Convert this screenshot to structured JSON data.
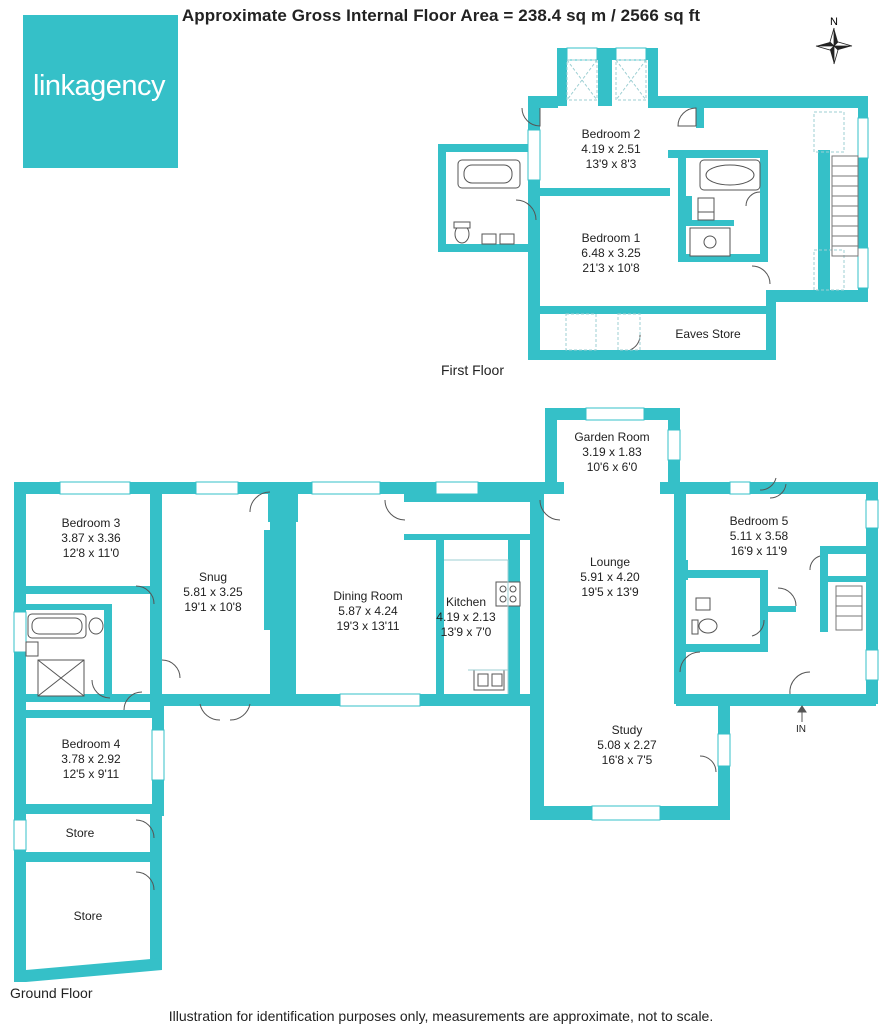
{
  "title": "Approximate Gross Internal Floor Area = 238.4 sq m / 2566 sq ft",
  "logo": {
    "text_bold": "link",
    "text_light": "agency",
    "color": "#35c0c8"
  },
  "compass": {
    "label": "N"
  },
  "floors": {
    "first": "First Floor",
    "ground": "Ground Floor"
  },
  "entrance": "IN",
  "rooms": {
    "bedroom2": {
      "name": "Bedroom 2",
      "metric": "4.19 x 2.51",
      "imperial": "13'9 x 8'3"
    },
    "bedroom1": {
      "name": "Bedroom 1",
      "metric": "6.48 x 3.25",
      "imperial": "21'3 x 10'8"
    },
    "eaves_store": {
      "name": "Eaves Store"
    },
    "garden_room": {
      "name": "Garden Room",
      "metric": "3.19 x 1.83",
      "imperial": "10'6 x 6'0"
    },
    "bedroom3": {
      "name": "Bedroom 3",
      "metric": "3.87 x 3.36",
      "imperial": "12'8 x 11'0"
    },
    "snug": {
      "name": "Snug",
      "metric": "5.81 x 3.25",
      "imperial": "19'1 x 10'8"
    },
    "dining_room": {
      "name": "Dining Room",
      "metric": "5.87 x 4.24",
      "imperial": "19'3 x 13'11"
    },
    "kitchen": {
      "name": "Kitchen",
      "metric": "4.19 x 2.13",
      "imperial": "13'9 x 7'0"
    },
    "lounge": {
      "name": "Lounge",
      "metric": "5.91 x 4.20",
      "imperial": "19'5 x 13'9"
    },
    "bedroom5": {
      "name": "Bedroom 5",
      "metric": "5.11 x 3.58",
      "imperial": "16'9 x 11'9"
    },
    "bedroom4": {
      "name": "Bedroom 4",
      "metric": "3.78 x 2.92",
      "imperial": "12'5 x 9'11"
    },
    "study": {
      "name": "Study",
      "metric": "5.08 x 2.27",
      "imperial": "16'8 x 7'5"
    },
    "store1": {
      "name": "Store"
    },
    "store2": {
      "name": "Store"
    }
  },
  "footer": "Illustration for identification purposes only, measurements are approximate, not to scale.",
  "colors": {
    "wall": "#35c0c8",
    "fixture": "#555555",
    "background": "#ffffff"
  }
}
